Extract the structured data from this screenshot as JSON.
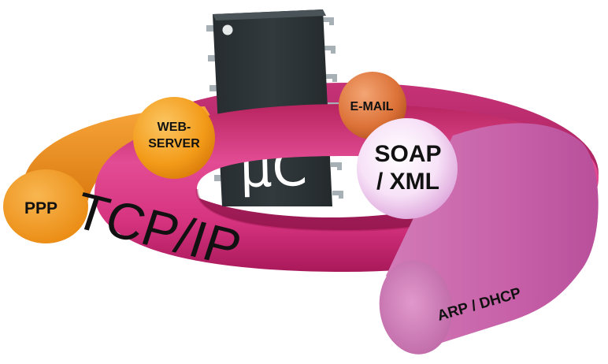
{
  "diagram": {
    "nodes": {
      "chip": {
        "label": "µC",
        "color": "#2e3538"
      },
      "tcpip": {
        "label": "TCP/IP",
        "color": "#d4347e"
      },
      "ppp": {
        "label": "PPP",
        "color": "#f2921c"
      },
      "arp_dhcp": {
        "label": "ARP / DHCP",
        "color": "#cc6fb1"
      },
      "web_server": {
        "label_line1": "WEB-",
        "label_line2": "SERVER",
        "color": "#f59d1c"
      },
      "email": {
        "label": "E-MAIL",
        "color": "#e07a3f"
      },
      "soap_xml": {
        "label_line1": "SOAP",
        "label_line2": "/ XML",
        "color": "#f5d6f5"
      }
    }
  }
}
